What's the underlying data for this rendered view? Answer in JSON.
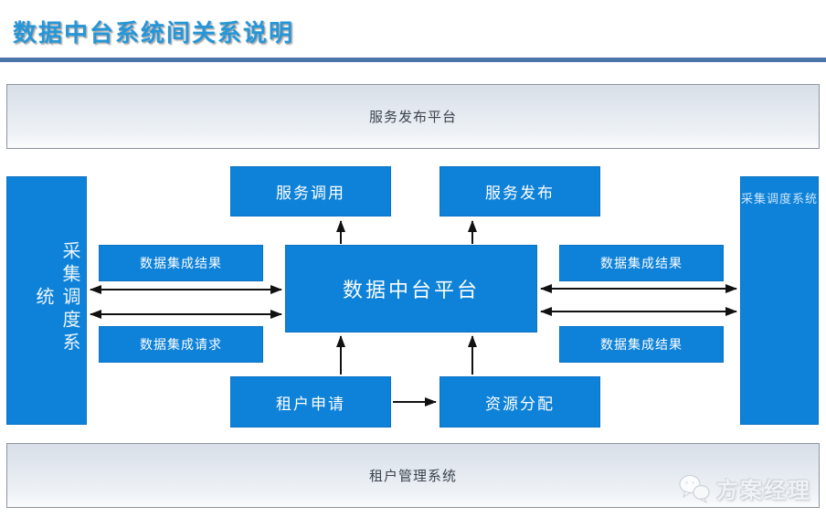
{
  "slide": {
    "title": "数据中台系统间关系说明"
  },
  "colors": {
    "accent_blue": "#0e82d9",
    "title_blue": "#2596d8",
    "rule_blue": "#4a74aa",
    "panel_gray": "#dde4ec",
    "arrow_black": "#111111"
  },
  "nodes": {
    "service_publish_platform": {
      "label": "服务发布平台"
    },
    "tenant_mgmt_system": {
      "label": "租户管理系统"
    },
    "collect_dispatch_left": {
      "label": "采集调度系统"
    },
    "collect_dispatch_right": {
      "label": "采集调度系统"
    },
    "data_platform": {
      "label": "数据中台平台"
    },
    "service_call": {
      "label": "服务调用"
    },
    "service_publish": {
      "label": "服务发布"
    },
    "left_integration_result": {
      "label": "数据集成结果"
    },
    "left_integration_request": {
      "label": "数据集成请求"
    },
    "right_integration_result_top": {
      "label": "数据集成结果"
    },
    "right_integration_result_bottom": {
      "label": "数据集成结果"
    },
    "tenant_apply": {
      "label": "租户申请"
    },
    "resource_allocate": {
      "label": "资源分配"
    }
  },
  "watermark": {
    "label": "方案经理",
    "icon": "chat-bubbles-icon"
  }
}
